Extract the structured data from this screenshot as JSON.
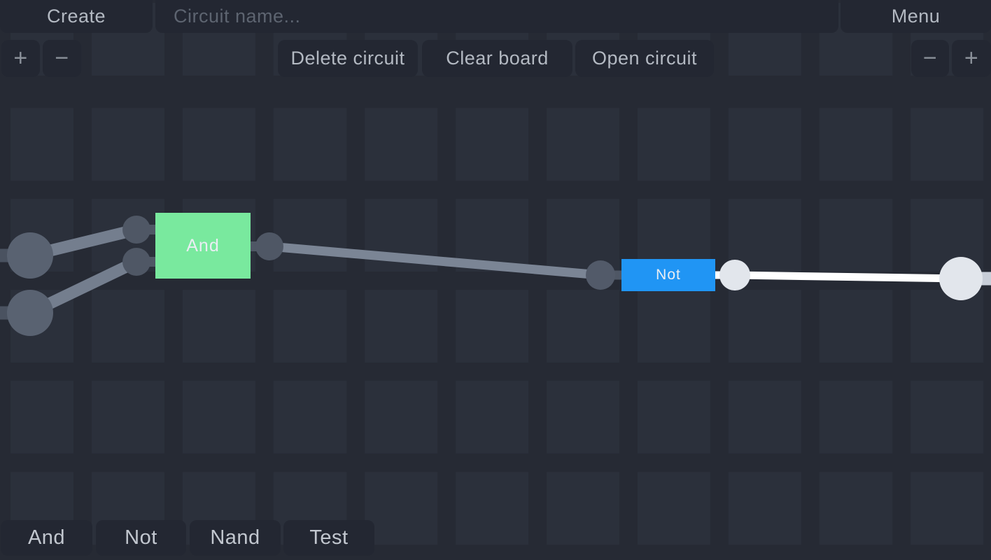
{
  "topbar": {
    "create_label": "Create",
    "circuit_name_placeholder": "Circuit name...",
    "menu_label": "Menu"
  },
  "toolbar": {
    "delete_circuit_label": "Delete circuit",
    "clear_board_label": "Clear board",
    "open_circuit_label": "Open circuit"
  },
  "zoom_controls": {
    "left_zoom_in": "+",
    "left_zoom_out": "−",
    "right_zoom_out": "−",
    "right_zoom_in": "+"
  },
  "palette": {
    "items": [
      {
        "label": "And"
      },
      {
        "label": "Not"
      },
      {
        "label": "Nand"
      },
      {
        "label": "Test"
      }
    ]
  },
  "board": {
    "gates": [
      {
        "label": "And",
        "color": "#79e99e"
      },
      {
        "label": "Not",
        "color": "#2095f4"
      }
    ],
    "signal_colors": {
      "wire_inactive": "#7b8595",
      "wire_active": "#ffffff",
      "node_inactive": "#4f5765",
      "node_active": "#e2e6ec",
      "input_node": "#596271",
      "edge_stub_inactive": "#4a5260",
      "edge_stub_active": "#c8ced8"
    }
  },
  "colors": {
    "background_tile": "#2b303b",
    "background_gap": "#262a34",
    "button_background": "#232732",
    "button_text": "#b3b9c2",
    "placeholder_text": "#5d6470",
    "gate_label_text": "#eaeef3"
  }
}
